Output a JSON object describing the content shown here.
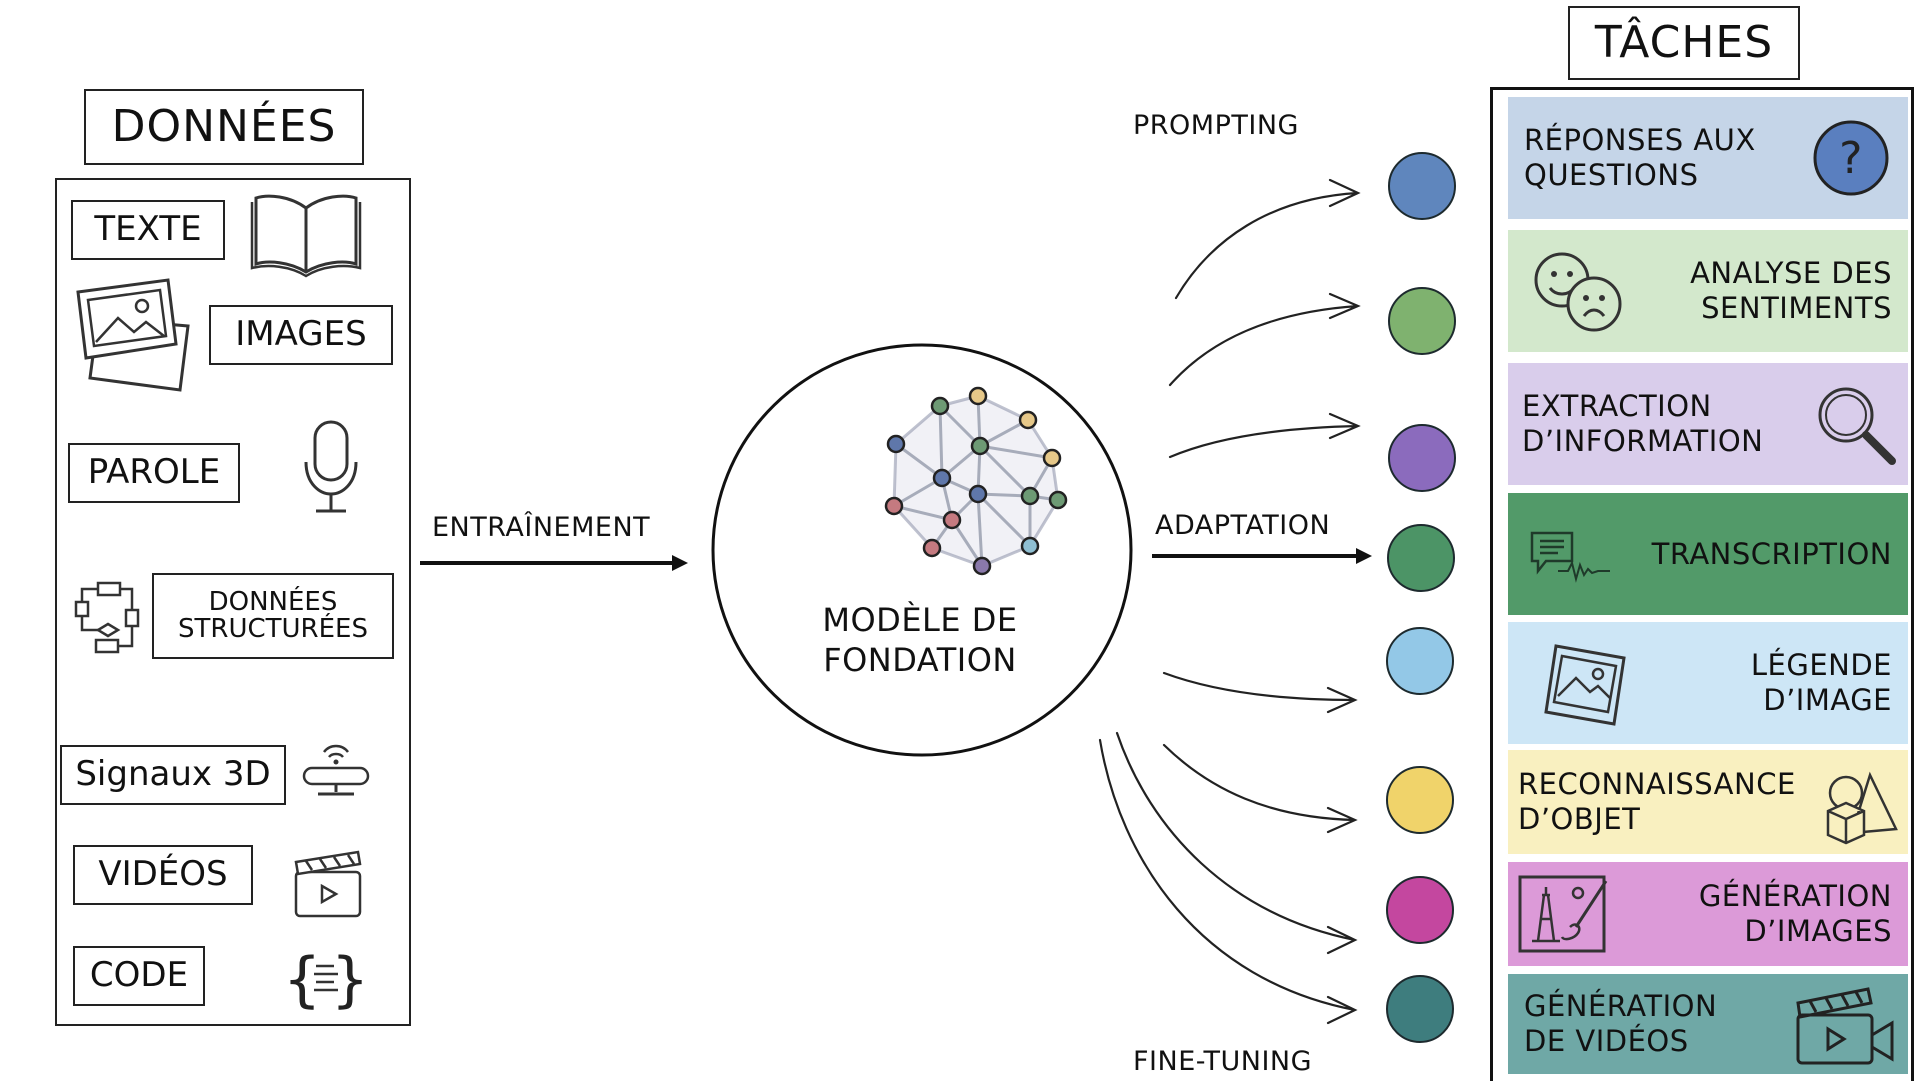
{
  "data_panel": {
    "title": "DONNÉES",
    "items": [
      {
        "label": "TEXTE",
        "icon": "open-book-icon"
      },
      {
        "label": "IMAGES",
        "icon": "photo-stack-icon"
      },
      {
        "label": "PAROLE",
        "icon": "microphone-icon"
      },
      {
        "label_line1": "DONNÉES",
        "label_line2": "STRUCTURÉES",
        "icon": "flowchart-icon"
      },
      {
        "label": "Signaux 3D",
        "icon": "sensor-icon"
      },
      {
        "label": "VIDÉOS",
        "icon": "clapperboard-icon"
      },
      {
        "label": "CODE",
        "icon": "code-braces-icon"
      }
    ]
  },
  "training_label": "ENTRAÎNEMENT",
  "model": {
    "line1": "MODÈLE DE",
    "line2": "FONDATION"
  },
  "flows": {
    "prompting": "PROMPTING",
    "adaptation": "ADAPTATION",
    "fine_tuning": "FINE-TUNING"
  },
  "task_panel": {
    "title": "TÂCHES",
    "items": [
      {
        "line1": "RÉPONSES AUX",
        "line2": "QUESTIONS",
        "color": "#c5d5e8",
        "dot": "#5f86bd",
        "icon": "question-icon"
      },
      {
        "line1": "ANALYSE DES",
        "line2": "SENTIMENTS",
        "color": "#d3e8cc",
        "dot": "#7fb26f",
        "icon": "smiley-icon"
      },
      {
        "line1": "EXTRACTION",
        "line2": "D’INFORMATION",
        "color": "#d9cdeb",
        "dot": "#8b6bbd",
        "icon": "magnifier-icon"
      },
      {
        "line1": "TRANSCRIPTION",
        "line2": "",
        "color": "#529a69",
        "dot": "#4c9466",
        "icon": "speech-wave-icon"
      },
      {
        "line1": "LÉGENDE",
        "line2": "D’IMAGE",
        "color": "#cde6f6",
        "dot": "#93c8e7",
        "icon": "photo-icon"
      },
      {
        "line1": "RECONNAISSANCE",
        "line2": "D’OBJET",
        "color": "#f9f0c0",
        "dot": "#f0d36a",
        "icon": "shapes-icon"
      },
      {
        "line1": "GÉNÉRATION",
        "line2": "D’IMAGES",
        "color": "#dc9ad8",
        "dot": "#c4479f",
        "icon": "painting-icon"
      },
      {
        "line1": "GÉNÉRATION",
        "line2": "DE VIDÉOS",
        "color": "#6fa8a6",
        "dot": "#3e7d7e",
        "icon": "clapperboard-icon"
      }
    ]
  }
}
